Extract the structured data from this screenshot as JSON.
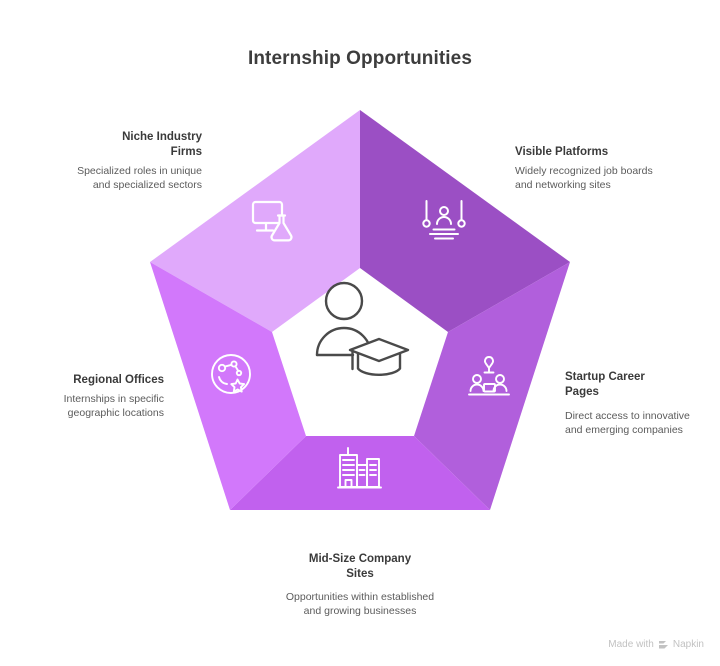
{
  "title": "Internship Opportunities",
  "colors": {
    "segment_top_left": "#E0A9FB",
    "segment_top_right": "#9B4FC4",
    "segment_right": "#B15FDC",
    "segment_bottom": "#C161EE",
    "segment_left": "#D278FB",
    "gap": "#FFFFFF",
    "icon_stroke": "#FFFFFF",
    "center_icon_stroke": "#4a4a4a",
    "title_text": "#3d3d3d",
    "label_title_text": "#3a3a3a",
    "label_desc_text": "#5b5b5b",
    "watermark_text": "#C2C2C2"
  },
  "center": {
    "icon": "graduate-person-icon"
  },
  "segments": [
    {
      "id": "niche-industry-firms",
      "title": "Niche Industry\nFirms",
      "desc": "Specialized roles in unique\nand specialized sectors",
      "icon": "monitor-flask-icon",
      "color": "#E0A9FB",
      "position": "top-left"
    },
    {
      "id": "visible-platforms",
      "title": "Visible Platforms",
      "desc": "Widely recognized job boards\nand networking sites",
      "icon": "platform-person-icon",
      "color": "#9B4FC4",
      "position": "top-right"
    },
    {
      "id": "startup-career-pages",
      "title": "Startup Career\nPages",
      "desc": "Direct access to innovative\nand emerging companies",
      "icon": "startup-team-rocket-icon",
      "color": "#B15FDC",
      "position": "right"
    },
    {
      "id": "mid-size-company-sites",
      "title": "Mid-Size Company\nSites",
      "desc": "Opportunities within established\nand growing businesses",
      "icon": "office-buildings-icon",
      "color": "#C161EE",
      "position": "bottom"
    },
    {
      "id": "regional-offices",
      "title": "Regional Offices",
      "desc": "Internships in specific\ngeographic locations",
      "icon": "globe-network-icon",
      "color": "#D278FB",
      "position": "left"
    }
  ],
  "watermark": {
    "prefix": "Made with",
    "brand": "Napkin",
    "icon": "napkin-logo-icon"
  }
}
